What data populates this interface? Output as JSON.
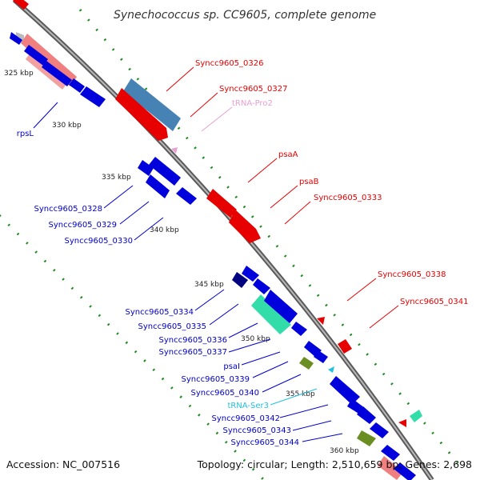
{
  "title": "Synechococcus sp. CC9605, complete genome",
  "footer": {
    "accession": "Accession: NC_007516",
    "topology": "Topology: circular; Length: 2,510,659 bp; Genes: 2,698"
  },
  "colors": {
    "backbone": "#8a8a8a",
    "tick": "#1f8a1f",
    "cds_forward": "#e60000",
    "cds_reverse": "#0000dd",
    "rrna_like": "#f08080",
    "steel": "#4682b4",
    "navy": "#000080",
    "teal": "#33ddaa",
    "olive": "#6b8e23",
    "trna_pink": "#e8a0d0",
    "trna_cyan": "#22c0e0"
  },
  "kbp_ticks": [
    "325 kbp",
    "330 kbp",
    "335 kbp",
    "340 kbp",
    "345 kbp",
    "350 kbp",
    "355 kbp",
    "360 kbp"
  ],
  "labels": {
    "forward": [
      "Syncc9605_0326",
      "Syncc9605_0327",
      "tRNA-Pro2",
      "psaA",
      "psaB",
      "Syncc9605_0333",
      "Syncc9605_0338",
      "Syncc9605_0341"
    ],
    "reverse": [
      "rpsL",
      "Syncc9605_0328",
      "Syncc9605_0329",
      "Syncc9605_0330",
      "Syncc9605_0334",
      "Syncc9605_0335",
      "Syncc9605_0336",
      "Syncc9605_0337",
      "psaI",
      "Syncc9605_0339",
      "Syncc9605_0340",
      "tRNA-Ser3",
      "Syncc9605_0342",
      "Syncc9605_0343",
      "Syncc9605_0344"
    ]
  }
}
